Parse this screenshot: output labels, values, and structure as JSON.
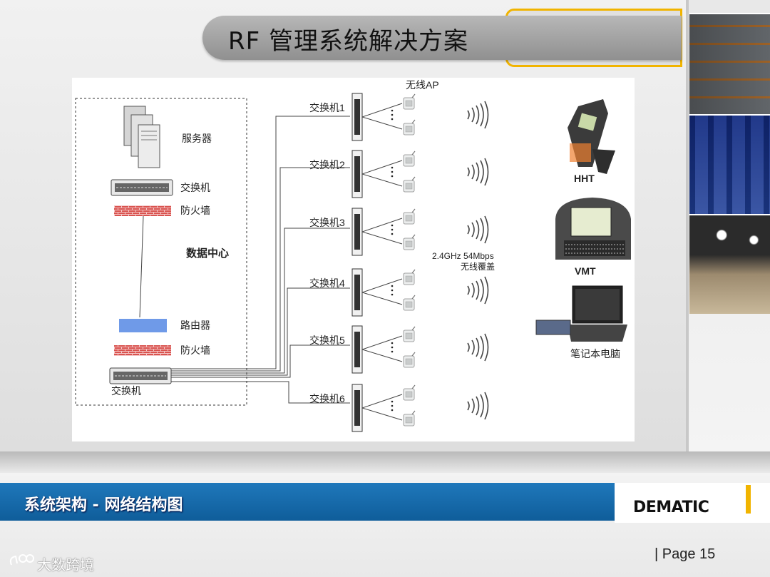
{
  "slide": {
    "title": "RF 管理系统解决方案",
    "section_label": "系统架构 - 网络结构图",
    "brand": "DEMATIC",
    "page_label": "|   Page   15",
    "watermark": "大数跨境",
    "accent_color": "#f1b400",
    "bar_color": "#1269a8"
  },
  "diagram": {
    "datacenter_label": "数据中心",
    "server_label": "服务器",
    "switch_top_label": "交换机",
    "firewall_top_label": "防火墙",
    "router_label": "路由器",
    "firewall_bottom_label": "防火墙",
    "switch_bottom_label": "交换机",
    "ap_label": "无线AP",
    "coverage_line1": "2.4GHz 54Mbps",
    "coverage_line2": "无线覆盖",
    "switches": [
      "交换机1",
      "交换机2",
      "交换机3",
      "交换机4",
      "交换机5",
      "交换机6"
    ],
    "devices": [
      "HHT",
      "VMT",
      "笔记本电脑"
    ],
    "icons": [
      "server-icon",
      "switch-icon",
      "firewall-icon",
      "router-icon",
      "access-point-icon",
      "wireless-signal-icon",
      "handheld-terminal-icon",
      "vehicle-terminal-icon",
      "laptop-icon"
    ]
  }
}
